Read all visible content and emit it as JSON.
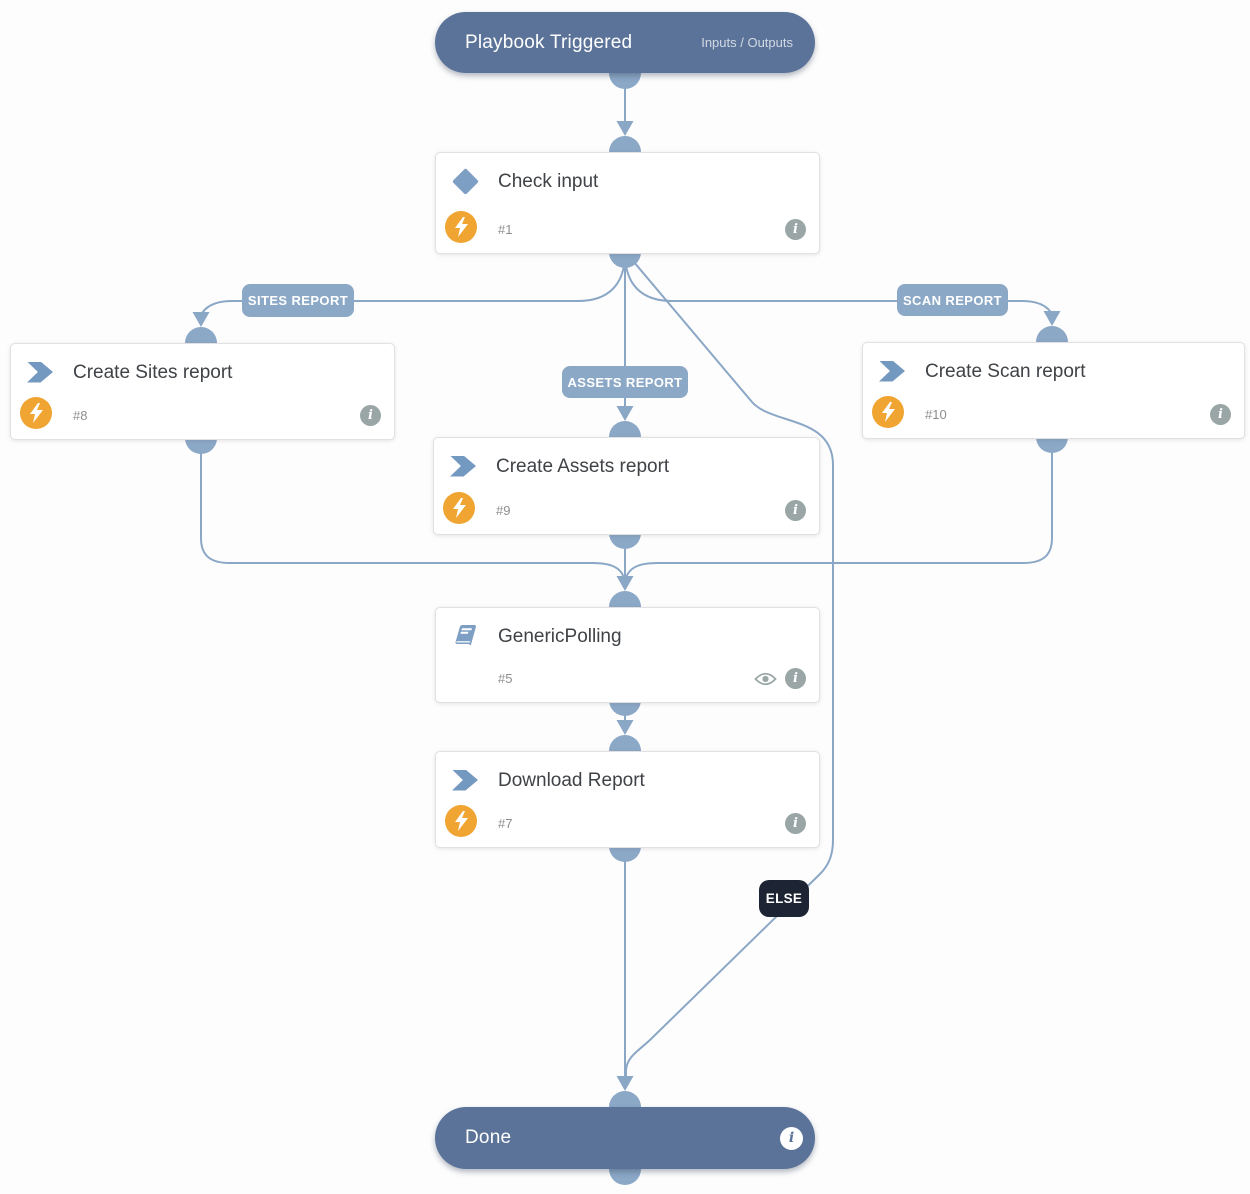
{
  "trigger": {
    "title": "Playbook Triggered",
    "io_label": "Inputs / Outputs"
  },
  "tasks": {
    "check_input": {
      "title": "Check input",
      "num": "#1"
    },
    "create_sites": {
      "title": "Create Sites report",
      "num": "#8"
    },
    "create_assets": {
      "title": "Create Assets report",
      "num": "#9"
    },
    "create_scan": {
      "title": "Create Scan report",
      "num": "#10"
    },
    "generic_polling": {
      "title": "GenericPolling",
      "num": "#5"
    },
    "download_report": {
      "title": "Download Report",
      "num": "#7"
    }
  },
  "done": {
    "title": "Done"
  },
  "edge_labels": {
    "sites": "SITES REPORT",
    "assets": "ASSETS REPORT",
    "scan": "SCAN REPORT",
    "else": "ELSE"
  },
  "icons": {
    "info_glyph": "i"
  },
  "colors": {
    "terminal_bg": "#5b7399",
    "edge": "#8ba7c6",
    "badge_bg": "#8ca8c7",
    "else_bg": "#1d2433",
    "task_icon_blue": "#7499c0",
    "lightning_bg": "#f0a431",
    "info_gray": "#9aa6a6"
  }
}
